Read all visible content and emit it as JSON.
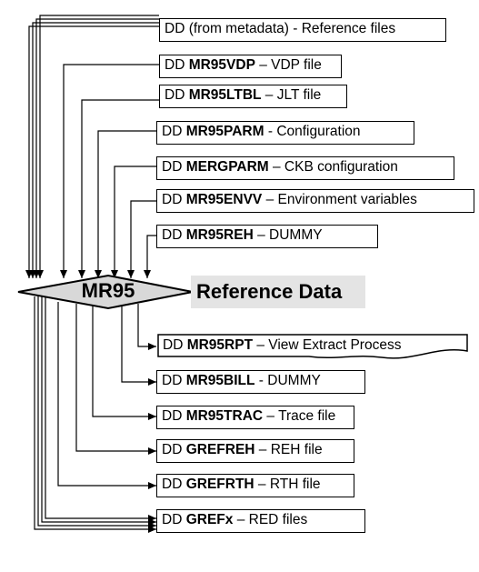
{
  "hub": {
    "label": "MR95"
  },
  "reference": {
    "label": "Reference Data"
  },
  "inputs": [
    {
      "prefix": "DD ",
      "bold": "",
      "suffix": "(from metadata) - Reference files"
    },
    {
      "prefix": "DD ",
      "bold": "MR95VDP",
      "suffix": " – VDP file"
    },
    {
      "prefix": "DD ",
      "bold": "MR95LTBL",
      "suffix": " – JLT file"
    },
    {
      "prefix": "DD ",
      "bold": "MR95PARM",
      "suffix": " - Configuration"
    },
    {
      "prefix": "DD ",
      "bold": "MERGPARM",
      "suffix": " – CKB configuration"
    },
    {
      "prefix": "DD ",
      "bold": "MR95ENVV",
      "suffix": " – Environment variables"
    },
    {
      "prefix": "DD ",
      "bold": "MR95REH",
      "suffix": " – DUMMY"
    }
  ],
  "outputs": [
    {
      "prefix": "DD ",
      "bold": "MR95RPT",
      "suffix": " – View Extract Process"
    },
    {
      "prefix": "DD ",
      "bold": "MR95BILL",
      "suffix": " - DUMMY"
    },
    {
      "prefix": "DD ",
      "bold": "MR95TRAC",
      "suffix": " – Trace file"
    },
    {
      "prefix": "DD ",
      "bold": "GREFREH",
      "suffix": " – REH file"
    },
    {
      "prefix": "DD ",
      "bold": "GREFRTH",
      "suffix": " – RTH file"
    },
    {
      "prefix": "DD ",
      "bold": "GREFx",
      "suffix": " – RED files"
    }
  ]
}
